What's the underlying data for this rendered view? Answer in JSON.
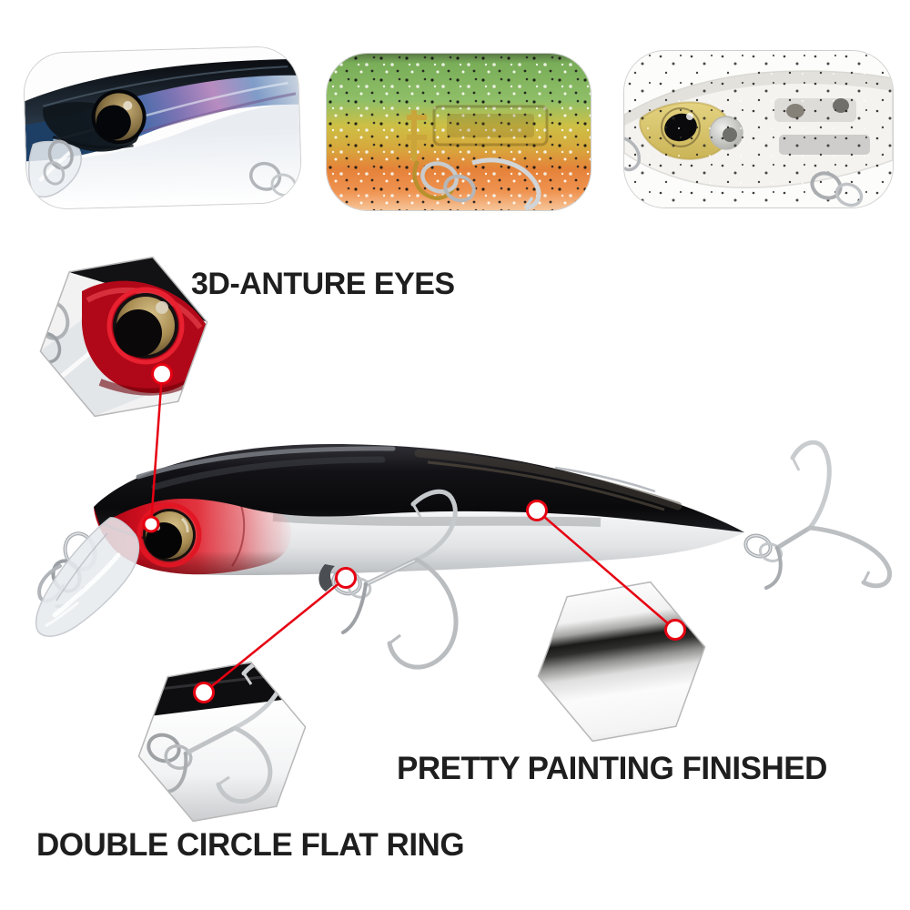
{
  "page": {
    "background_color": "#ffffff",
    "accent_color": "#e60012",
    "text_color": "#1e1e1e"
  },
  "callouts": {
    "eyes": {
      "label": "3D-ANTURE EYES"
    },
    "ring": {
      "label": "DOUBLE CIRCLE FLAT RING"
    },
    "painting": {
      "label": "PRETTY PAINTING FINISHED"
    }
  },
  "gallery": {
    "photo_1": "blue-silver-minnow-closeup",
    "photo_2": "green-orange-glitter-minnow-closeup",
    "photo_3": "clear-glitter-minnow-closeup"
  },
  "main_product": "red-head-black-back-minnow-lure"
}
